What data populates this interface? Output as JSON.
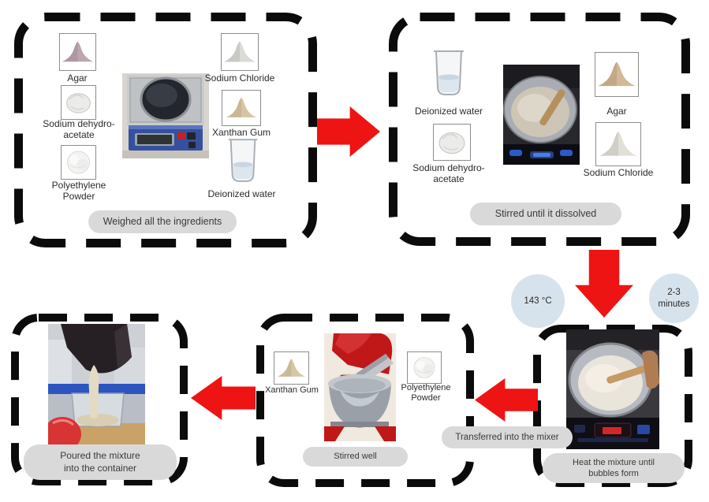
{
  "palette": {
    "arrow_red": "#ee1414",
    "pill_gray": "#d9d9d9",
    "badge_blue": "#d7e3ec",
    "border_black": "#0b0b0b"
  },
  "steps": {
    "weigh": {
      "caption": "Weighed all the ingredients",
      "labels": {
        "agar": "Agar",
        "sda1": "Sodium dehydro-",
        "sda2": "acetate",
        "poly1": "Polyethylene",
        "poly2": "Powder",
        "nacl": "Sodium Chloride",
        "xanthan": "Xanthan Gum",
        "water": "Deionized water"
      }
    },
    "dissolve": {
      "caption": "Stirred until it dissolved",
      "labels": {
        "water": "Deionized water",
        "sda1": "Sodium dehydro-",
        "sda2": "acetate",
        "agar": "Agar",
        "nacl": "Sodium Chloride"
      }
    },
    "heat": {
      "caption1": "Heat the mixture until",
      "caption2": "bubbles form",
      "temperature": "143 °C",
      "time1": "2-3",
      "time2": "minutes"
    },
    "mix": {
      "caption": "Stirred well",
      "transfer": "Transferred into the mixer",
      "labels": {
        "xanthan": "Xanthan Gum",
        "poly1": "Polyethylene",
        "poly2": "Powder"
      }
    },
    "pour": {
      "caption1": "Poured the mixture",
      "caption2": "into the container"
    }
  }
}
